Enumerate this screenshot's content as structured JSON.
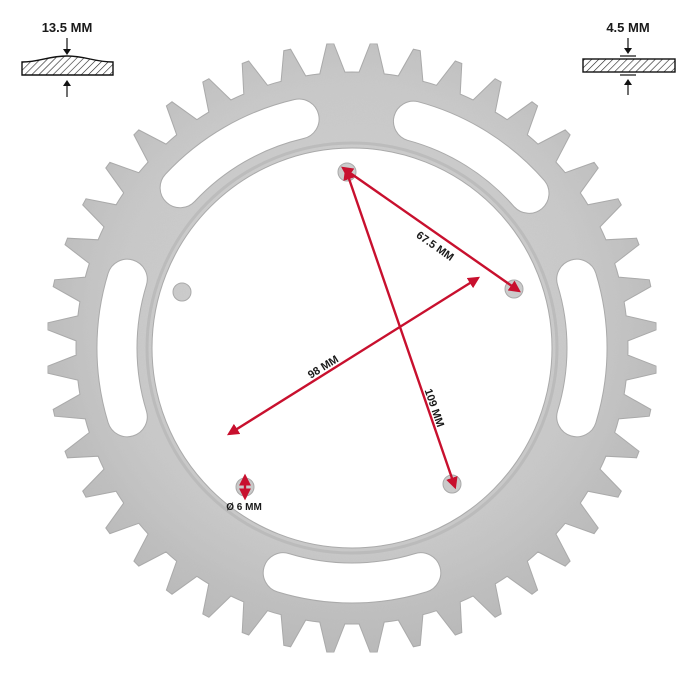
{
  "hub_thickness": {
    "label": "13.5 MM"
  },
  "plate_thickness": {
    "label": "4.5 MM"
  },
  "measurements": {
    "bolt_spacing_short": "67.5 MM",
    "pitch_circle_short": "98 MM",
    "pitch_circle_long": "109 MM",
    "bolt_hole_diameter": "Ø 6 MM"
  },
  "colors": {
    "steel": "#c9c9c9",
    "steel_edge": "#a8a8a8",
    "arrow": "#c8102e",
    "text": "#1a1a1a"
  }
}
